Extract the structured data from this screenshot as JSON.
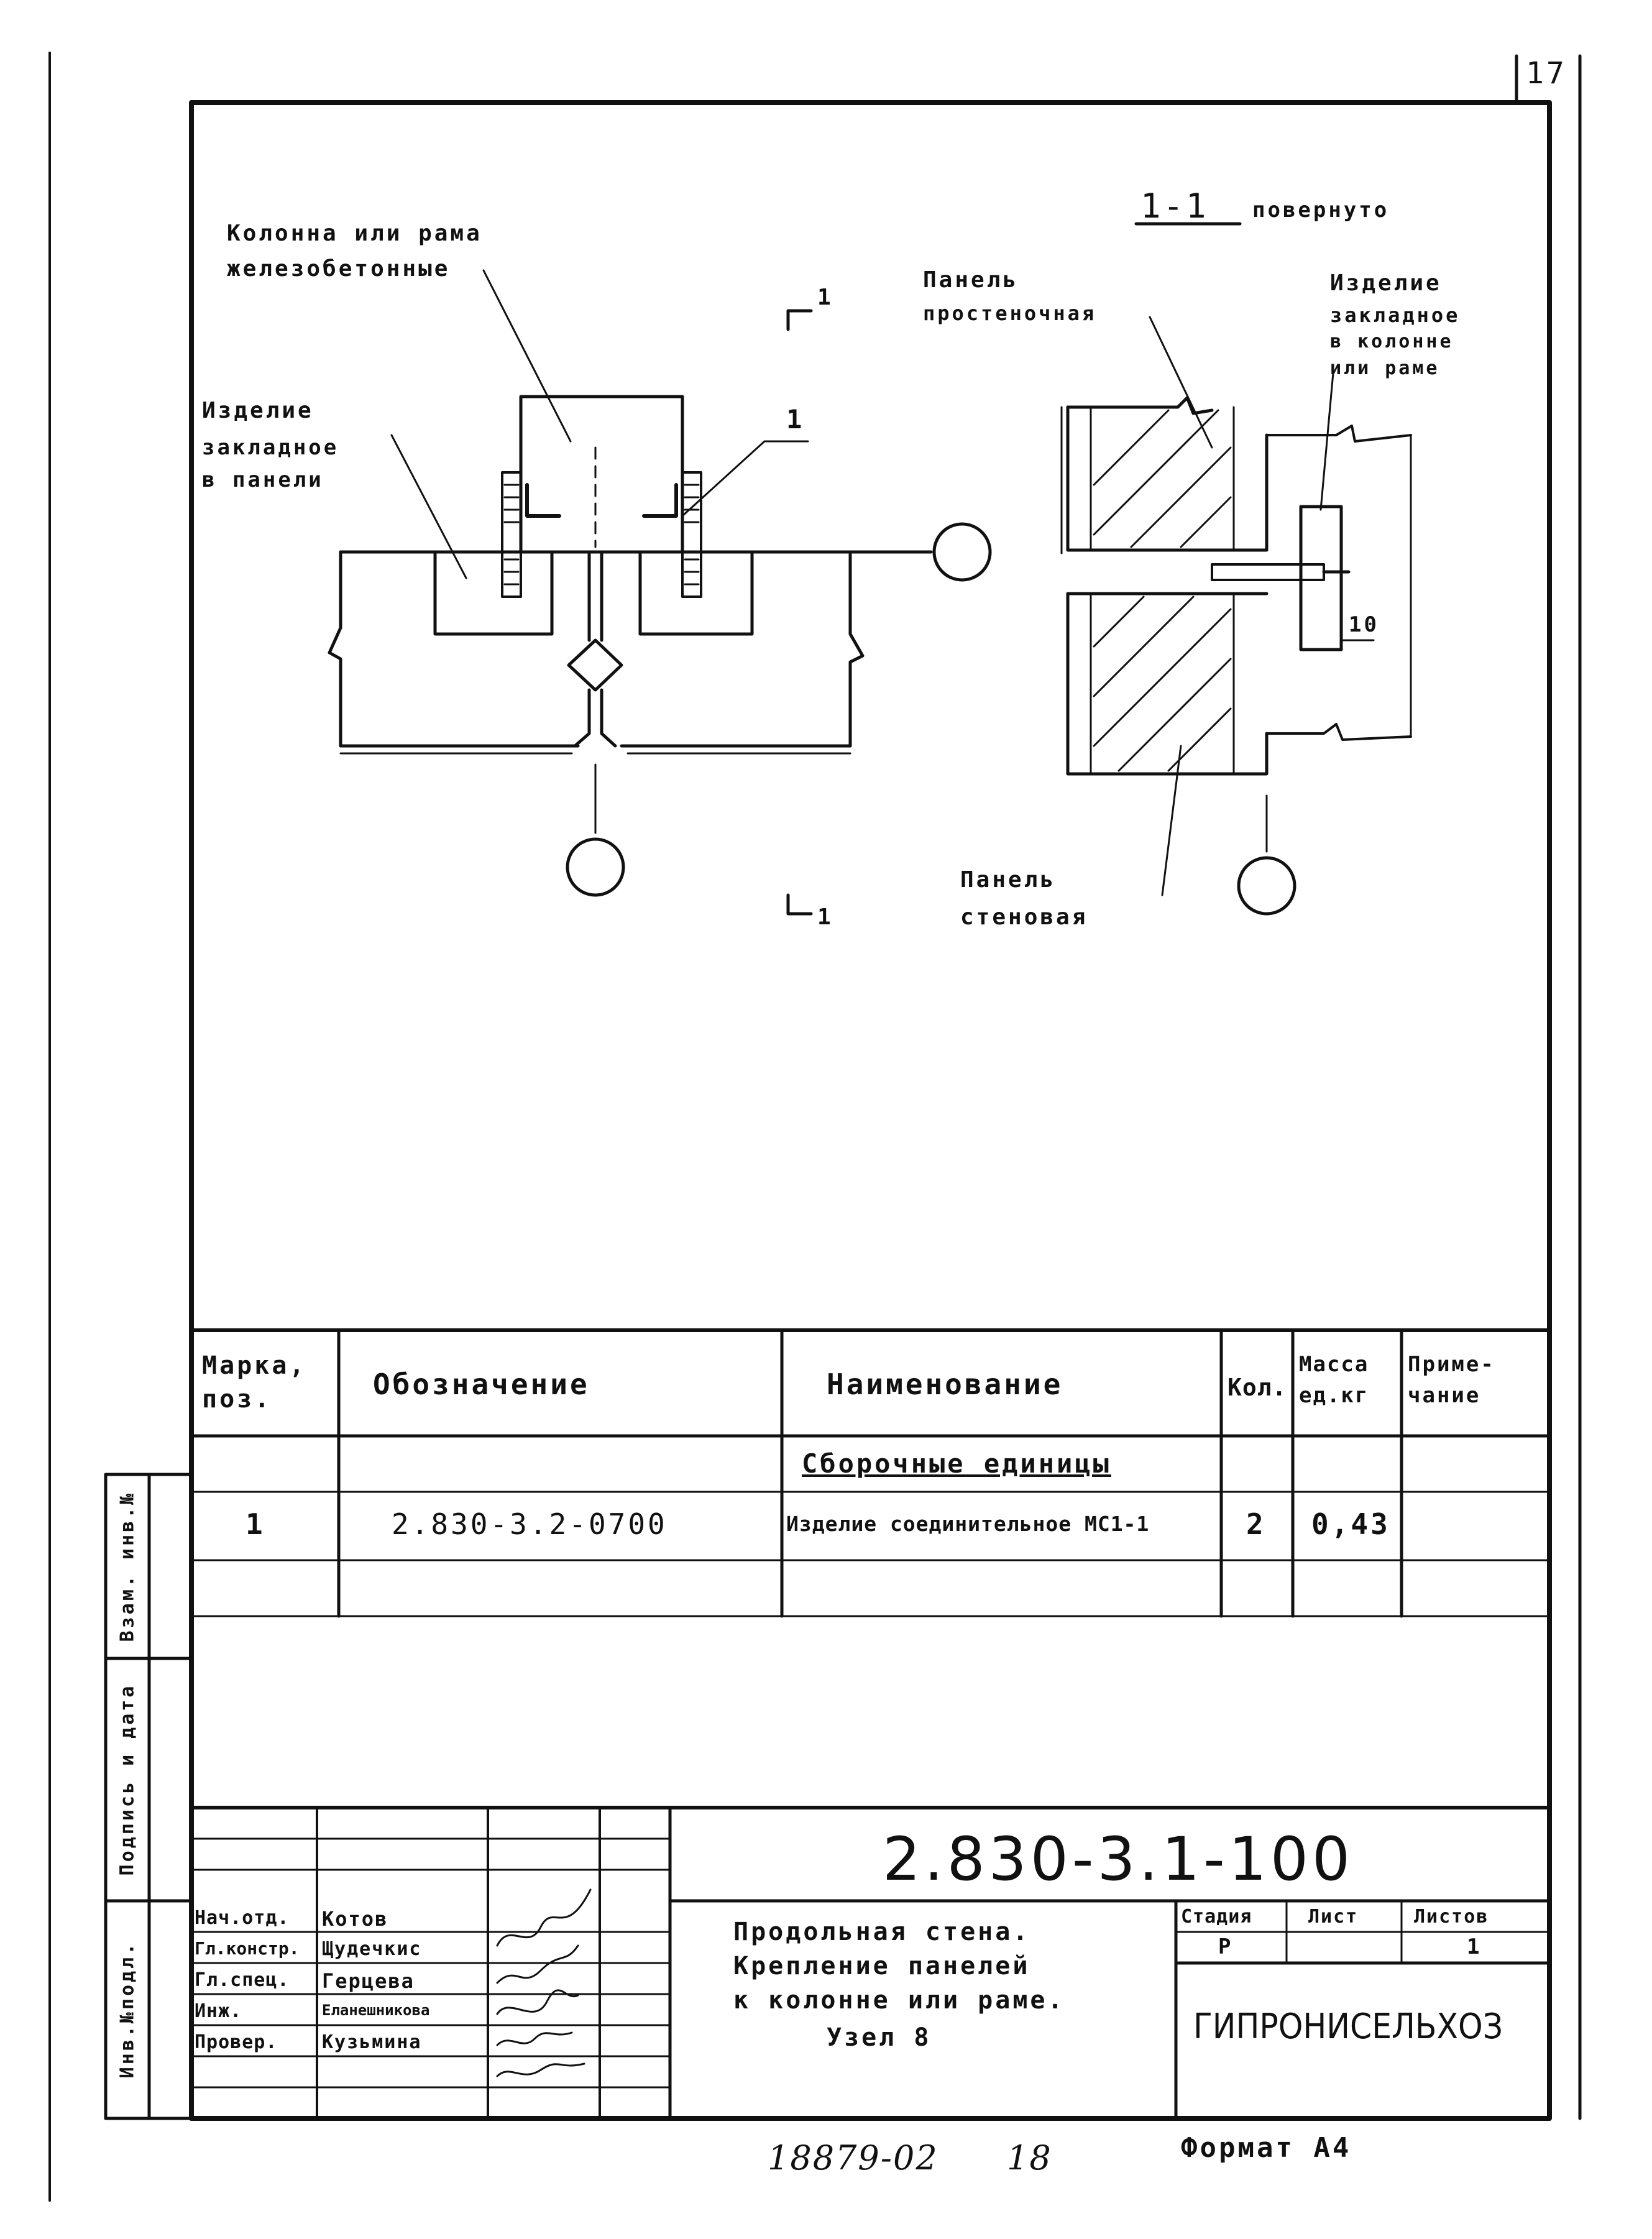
{
  "sheet": {
    "page_number": "17",
    "bottom_note_left": "18879-02",
    "bottom_note_right": "18",
    "format": "Формат А4"
  },
  "left_strip": {
    "vzam": "Взам. инв.№",
    "podpis": "Подпись и дата",
    "inv_podl": "Инв.№подл."
  },
  "detail_left": {
    "label_column": [
      "Колонна или рама",
      "железобетонные"
    ],
    "label_insert": [
      "Изделие",
      "закладное",
      "в панели"
    ],
    "pos_callout": "1",
    "section_mark_top": "1",
    "section_mark_bottom": "1"
  },
  "detail_right": {
    "title": "1-1",
    "title_note": "повернуто",
    "label_panel_top": [
      "Панель",
      "простеночная"
    ],
    "label_insert": [
      "Изделие",
      "закладное",
      "в колонне",
      "или раме"
    ],
    "label_panel_bottom": [
      "Панель",
      "стеновая"
    ],
    "dim": "10"
  },
  "spec_table": {
    "headers": [
      "Марка, поз.",
      "Обозначение",
      "Наименование",
      "Кол.",
      "Масса ед.кг",
      "Приме-чание"
    ],
    "group_title": "Сборочные единицы",
    "rows": [
      [
        "1",
        "2.830-3.2-0700",
        "Изделие соединительное МС1-1",
        "2",
        "0,43",
        ""
      ]
    ]
  },
  "title_block": {
    "doc_code": "2.830-3.1-100",
    "people": [
      {
        "role": "Нач.отд.",
        "name": "Котов"
      },
      {
        "role": "Гл.констр.",
        "name": "Щудечкис"
      },
      {
        "role": "Гл.спец.",
        "name": "Герцева"
      },
      {
        "role": "Инж.",
        "name": "Еланешникова"
      },
      {
        "role": "Провер.",
        "name": "Кузьмина"
      }
    ],
    "title_lines": [
      "Продольная стена.",
      "Крепление панелей",
      "к колонне или раме.",
      "Узел 8"
    ],
    "stage_header": "Стадия",
    "sheet_header": "Лист",
    "sheets_header": "Листов",
    "stage": "Р",
    "sheet": "",
    "sheets": "1",
    "org": "ГИПРОНИСЕЛЬХОЗ"
  }
}
